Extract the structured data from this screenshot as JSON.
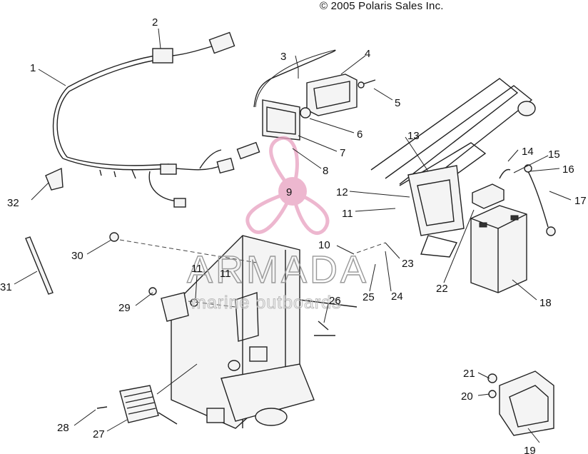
{
  "header": {
    "copyright": "© 2005 Polaris Sales Inc."
  },
  "watermark": {
    "brand": "ARMADA",
    "tagline": "marine outboards",
    "badge_number": "9",
    "color": "#e8a0c0"
  },
  "callouts": [
    "1",
    "2",
    "3",
    "4",
    "5",
    "6",
    "7",
    "8",
    "10",
    "11",
    "11",
    "12",
    "13",
    "14",
    "15",
    "16",
    "17",
    "18",
    "19",
    "20",
    "21",
    "22",
    "23",
    "24",
    "25",
    "26",
    "27",
    "28",
    "29",
    "30",
    "31",
    "32",
    "11"
  ]
}
